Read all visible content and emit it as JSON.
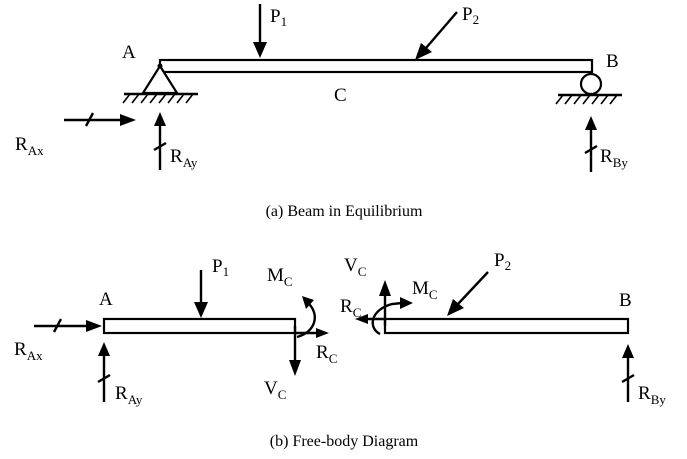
{
  "diagram_a": {
    "caption": "(a)  Beam in Equilibrium",
    "labels": {
      "point_a": "A",
      "point_b": "B",
      "point_c": "C",
      "p1": "P",
      "p1_sub": "1",
      "p2": "P",
      "p2_sub": "2",
      "r_ax": "R",
      "r_ax_sub": "Ax",
      "r_ay": "R",
      "r_ay_sub": "Ay",
      "r_by": "R",
      "r_by_sub": "By"
    },
    "supports": {
      "left": "pin-support",
      "right": "roller-support"
    }
  },
  "diagram_b": {
    "caption": "(b)  Free-body Diagram",
    "labels": {
      "point_a": "A",
      "point_b": "B",
      "p1": "P",
      "p1_sub": "1",
      "p2": "P",
      "p2_sub": "2",
      "r_ax": "R",
      "r_ax_sub": "Ax",
      "r_ay": "R",
      "r_ay_sub": "Ay",
      "r_by": "R",
      "r_by_sub": "By",
      "m_c_left": "M",
      "m_c_left_sub": "C",
      "r_c_left": "R",
      "r_c_left_sub": "C",
      "v_c_left": "V",
      "v_c_left_sub": "C",
      "m_c_right": "M",
      "m_c_right_sub": "C",
      "r_c_right": "R",
      "r_c_right_sub": "C",
      "v_c_right": "V",
      "v_c_right_sub": "C"
    }
  },
  "colors": {
    "ink": "#000000",
    "paper": "#ffffff"
  }
}
